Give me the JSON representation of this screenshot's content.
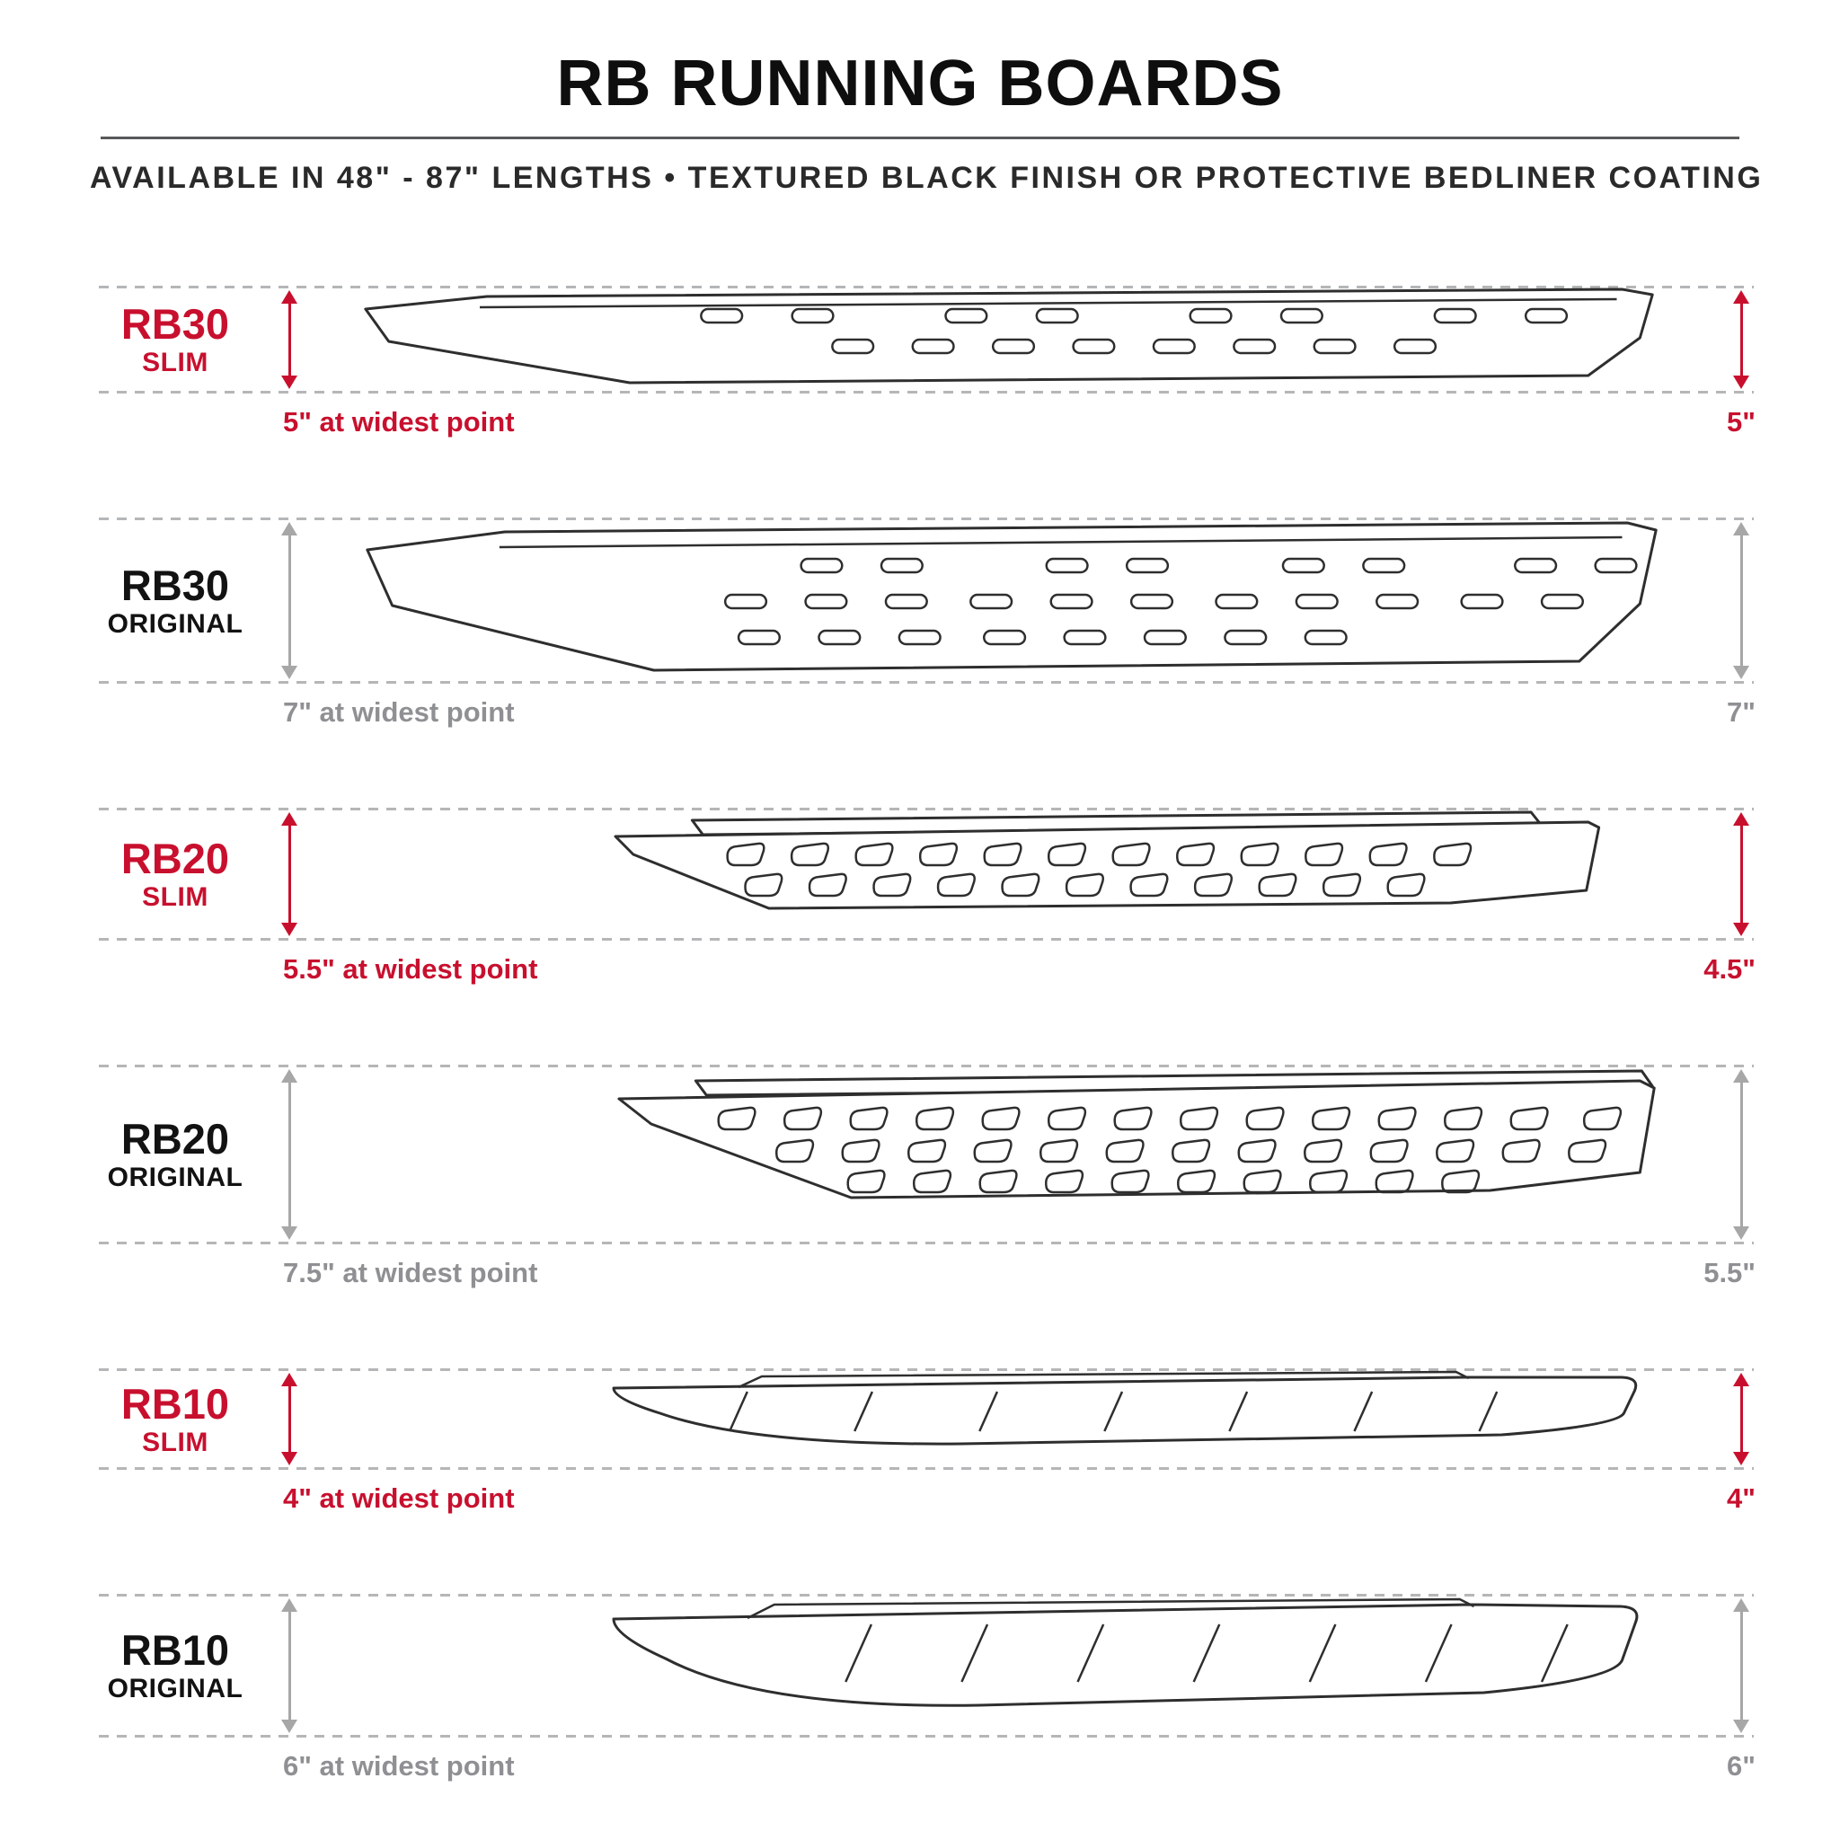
{
  "header": {
    "title": "RB RUNNING BOARDS",
    "subtitle": "AVAILABLE IN 48\" - 87\" LENGTHS  •  TEXTURED BLACK FINISH OR PROTECTIVE BEDLINER COATING"
  },
  "colors": {
    "accent_red": "#C8102E",
    "muted_gray": "#8F9093",
    "line_dark": "#2E2E2E",
    "dash_gray": "#B5B6B8"
  },
  "rows": [
    {
      "model": "RB30",
      "variant": "SLIM",
      "finish": "slim",
      "width_note": "5\" at widest point",
      "height_note": "5\""
    },
    {
      "model": "RB30",
      "variant": "ORIGINAL",
      "finish": "original",
      "width_note": "7\" at widest point",
      "height_note": "7\""
    },
    {
      "model": "RB20",
      "variant": "SLIM",
      "finish": "slim",
      "width_note": "5.5\" at widest point",
      "height_note": "4.5\""
    },
    {
      "model": "RB20",
      "variant": "ORIGINAL",
      "finish": "original",
      "width_note": "7.5\" at widest point",
      "height_note": "5.5\""
    },
    {
      "model": "RB10",
      "variant": "SLIM",
      "finish": "slim",
      "width_note": "4\" at widest point",
      "height_note": "4\""
    },
    {
      "model": "RB10",
      "variant": "ORIGINAL",
      "finish": "original",
      "width_note": "6\" at widest point",
      "height_note": "6\""
    }
  ]
}
